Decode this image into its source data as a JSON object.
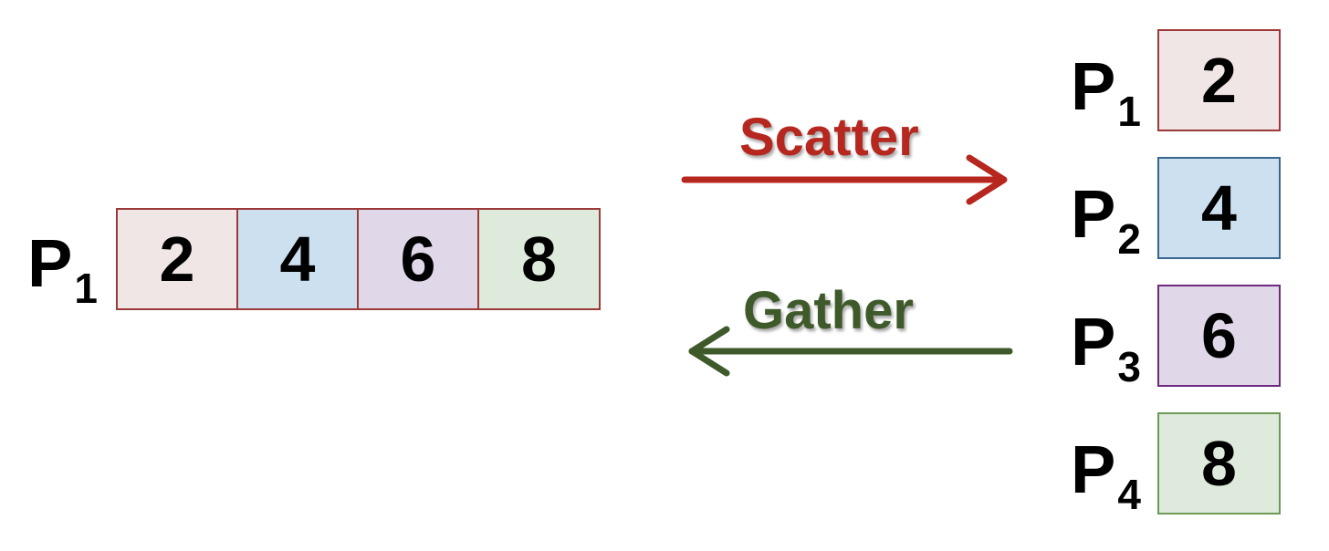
{
  "left": {
    "process": {
      "letter": "P",
      "index": "1"
    },
    "values": [
      "2",
      "4",
      "6",
      "8"
    ]
  },
  "scatter": {
    "label": "Scatter",
    "color": "#b5271f"
  },
  "gather": {
    "label": "Gather",
    "color": "#3e5a2a"
  },
  "right": [
    {
      "letter": "P",
      "index": "1",
      "value": "2"
    },
    {
      "letter": "P",
      "index": "2",
      "value": "4"
    },
    {
      "letter": "P",
      "index": "3",
      "value": "6"
    },
    {
      "letter": "P",
      "index": "4",
      "value": "8"
    }
  ],
  "palette": {
    "cell_fills": [
      "#f1e6e6",
      "#cde0f0",
      "#e0d8e8",
      "#deeadb"
    ],
    "cell_borders": [
      "#9c3a3a",
      "#39668f",
      "#6f2a7f",
      "#6d9a55"
    ]
  }
}
